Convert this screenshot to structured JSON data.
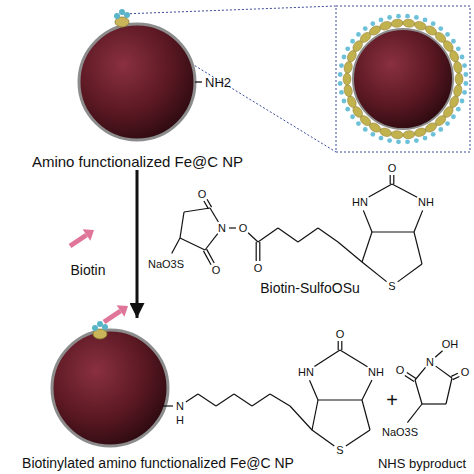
{
  "diagram": {
    "nodes": [
      {
        "text": [
          "Amino functionalized Fe@C NP"
        ]
      },
      {
        "text": [
          "Biotinylated amino functionalized Fe@C NP"
        ]
      }
    ],
    "edges": [
      {
        "from": 0,
        "to": 1,
        "arrow": "to"
      }
    ],
    "labels": [
      "NH2",
      "Biotin",
      "O",
      "N",
      "O",
      "O",
      "NaO3S",
      "O",
      "Biotin-SulfoOSu",
      "O",
      "HN",
      "NH",
      "S",
      "N",
      "H",
      "O",
      "HN",
      "NH",
      "S",
      "+",
      "O",
      "N",
      "OH",
      "O",
      "NaO3S",
      "NHS byproduct"
    ]
  }
}
